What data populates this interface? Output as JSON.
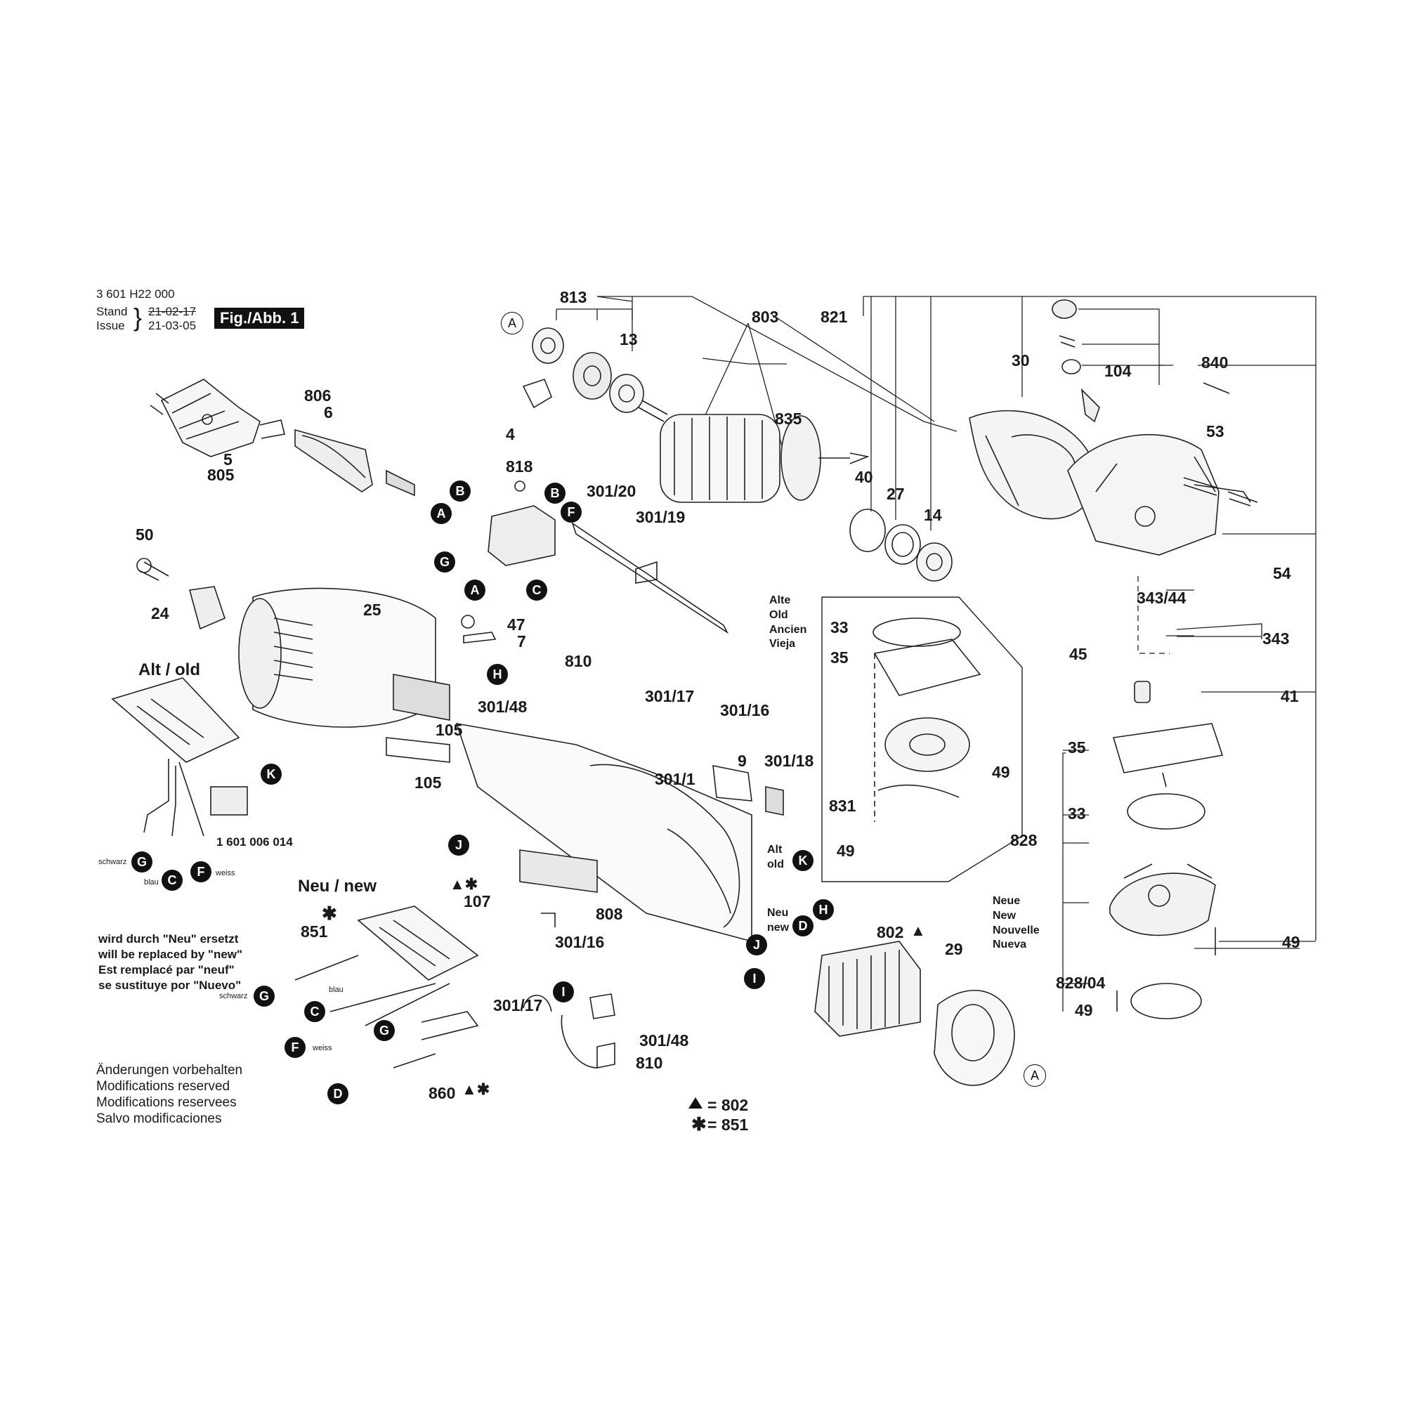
{
  "header": {
    "doc_number": "3 601 H22 000",
    "stand_label": "Stand",
    "issue_label": "Issue",
    "stand_date_struck": "21-02-17",
    "issue_date": "21-03-05",
    "figure_label": "Fig./Abb. 1"
  },
  "part_labels": {
    "p813": "813",
    "p803": "803",
    "p821": "821",
    "p13": "13",
    "p30": "30",
    "p840": "840",
    "p104": "104",
    "p806": "806",
    "p6": "6",
    "p835": "835",
    "p53": "53",
    "p5": "5",
    "p805": "805",
    "p4": "4",
    "p818": "818",
    "p301_20": "301/20",
    "p40": "40",
    "p27": "27",
    "p14": "14",
    "p301_19": "301/19",
    "p50": "50",
    "p54": "54",
    "p24": "24",
    "p25": "25",
    "p343_44": "343/44",
    "p47": "47",
    "p7": "7",
    "p45": "45",
    "p343": "343",
    "p33": "33",
    "p35": "35",
    "p810": "810",
    "p301_17": "301/17",
    "p301_16": "301/16",
    "p41": "41",
    "p301_48": "301/48",
    "p105a": "105",
    "p105b": "105",
    "p9": "9",
    "p301_18": "301/18",
    "p49": "49",
    "p301_1": "301/1",
    "p831": "831",
    "p828": "828",
    "p107": "107",
    "p851": "851",
    "p808": "808",
    "p802": "802",
    "p29": "29",
    "p828_04": "828/04",
    "p860": "860",
    "part_number_1601006014": "1 601 006 014"
  },
  "group_labels": {
    "alt_old": "Alt / old",
    "neu_new": "Neu / new",
    "alte_old_block": [
      "Alte",
      "Old",
      "Ancien",
      "Vieja"
    ],
    "neue_new_block": [
      "Neue",
      "New",
      "Nouvelle",
      "Nueva"
    ],
    "alt_small": [
      "Alt",
      "old"
    ],
    "neu_small": [
      "Neu",
      "new"
    ]
  },
  "wire_colors": {
    "schwarz": "schwarz",
    "blau": "blau",
    "weiss": "weiss"
  },
  "connector_letters": [
    "A",
    "B",
    "C",
    "D",
    "F",
    "G",
    "H",
    "I",
    "J",
    "K"
  ],
  "replacement_note": [
    "wird durch \"Neu\" ersetzt",
    "will be replaced by \"new\"",
    "Est remplacé par \"neuf\"",
    "se sustituye por \"Nuevo\""
  ],
  "modifications_note": [
    "Änderungen vorbehalten",
    "Modifications reserved",
    "Modifications reservees",
    "Salvo modificaciones"
  ],
  "legend": {
    "triangle_value": "= 802",
    "star_value": "= 851"
  }
}
